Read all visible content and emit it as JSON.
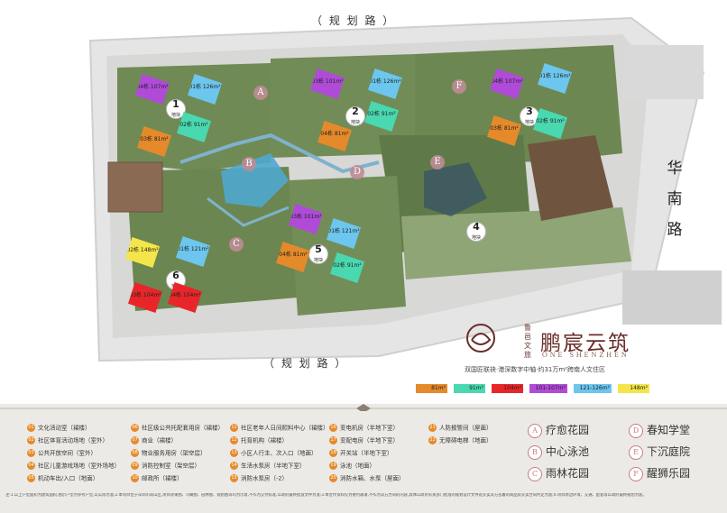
{
  "roads": {
    "north": "（ 规 划 路 ）",
    "south": "（ 规 划 路 ）",
    "east": [
      "华",
      "南",
      "路"
    ]
  },
  "brand": {
    "small": "鲁邑文旅",
    "name": "鹏宸云筑",
    "english": "ONE SHENZHEN",
    "tagline": "双国匠联袂·港深数字中轴·约31万m²跨南人文住区"
  },
  "unit_legend": [
    {
      "label": "81m²",
      "color": "#e58a2a"
    },
    {
      "label": "91m²",
      "color": "#49d8b0"
    },
    {
      "label": "104m²",
      "color": "#e8262a"
    },
    {
      "label": "101-107m²",
      "color": "#b04bd8"
    },
    {
      "label": "121-126m²",
      "color": "#6cc6ee"
    },
    {
      "label": "148m²",
      "color": "#f4e64a"
    }
  ],
  "plots": [
    {
      "num": "1",
      "sub": "地块"
    },
    {
      "num": "2",
      "sub": "地块"
    },
    {
      "num": "3",
      "sub": "地块"
    },
    {
      "num": "4",
      "sub": "地块"
    },
    {
      "num": "5",
      "sub": "地块"
    },
    {
      "num": "6",
      "sub": "地块"
    }
  ],
  "buildings": [
    {
      "label": "04栋\n107m²",
      "color": "#b04bd8"
    },
    {
      "label": "01栋\n126m²",
      "color": "#6cc6ee"
    },
    {
      "label": "03栋\n81m²",
      "color": "#e58a2a"
    },
    {
      "label": "02栋\n91m²",
      "color": "#49d8b0"
    },
    {
      "label": "03栋\n101m²",
      "color": "#b04bd8"
    },
    {
      "label": "01栋\n126m²",
      "color": "#6cc6ee"
    },
    {
      "label": "04栋\n81m²",
      "color": "#e58a2a"
    },
    {
      "label": "02栋\n91m²",
      "color": "#49d8b0"
    },
    {
      "label": "04栋\n107m²",
      "color": "#b04bd8"
    },
    {
      "label": "01栋\n126m²",
      "color": "#6cc6ee"
    },
    {
      "label": "03栋\n81m²",
      "color": "#e58a2a"
    },
    {
      "label": "02栋\n91m²",
      "color": "#49d8b0"
    },
    {
      "label": "03栋\n101m²",
      "color": "#b04bd8"
    },
    {
      "label": "01栋\n121m²",
      "color": "#6cc6ee"
    },
    {
      "label": "04栋\n81m²",
      "color": "#e58a2a"
    },
    {
      "label": "02栋\n91m²",
      "color": "#49d8b0"
    },
    {
      "label": "02栋\n148m²",
      "color": "#f4e64a"
    },
    {
      "label": "01栋\n121m²",
      "color": "#6cc6ee"
    },
    {
      "label": "03栋\n104m²",
      "color": "#e8262a"
    },
    {
      "label": "04栋\n104m²",
      "color": "#e8262a"
    }
  ],
  "zones_on_map": [
    "A",
    "B",
    "C",
    "D",
    "E",
    "F"
  ],
  "facilities": [
    {
      "n": "01",
      "t": "文化活动室（裙楼）"
    },
    {
      "n": "02",
      "t": "社区体育活动场地（室外）"
    },
    {
      "n": "03",
      "t": "公共开放空间（室外）"
    },
    {
      "n": "04",
      "t": "社区儿童游戏场地（室外场地）"
    },
    {
      "n": "05",
      "t": "机动车出/入口（地面）"
    },
    {
      "n": "06",
      "t": "社区级公共托配套用房（裙楼）"
    },
    {
      "n": "07",
      "t": "商业（裙楼）"
    },
    {
      "n": "08",
      "t": "物业服务用房（架空层）"
    },
    {
      "n": "09",
      "t": "消防控制室（架空层）"
    },
    {
      "n": "10",
      "t": "邮政所（裙楼）"
    },
    {
      "n": "11",
      "t": "社区老年人日间照料中心（裙楼）"
    },
    {
      "n": "12",
      "t": "托育机构（裙楼）"
    },
    {
      "n": "13",
      "t": "小区人行主、次入口（地面）"
    },
    {
      "n": "14",
      "t": "生活水泵房（半地下室）"
    },
    {
      "n": "15",
      "t": "消防水泵房（-2）"
    },
    {
      "n": "16",
      "t": "变电机房（半地下室）"
    },
    {
      "n": "17",
      "t": "变配电房（半地下室）"
    },
    {
      "n": "18",
      "t": "开关站（半地下室）"
    },
    {
      "n": "19",
      "t": "泳池（地面）"
    },
    {
      "n": "20",
      "t": "消防水箱、水泵（屋面）"
    },
    {
      "n": "21",
      "t": "人防报警间（屋面）"
    },
    {
      "n": "22",
      "t": "无障碍电梯（地面）"
    }
  ],
  "zones": [
    {
      "letter": "A",
      "name": "疗愈花园"
    },
    {
      "letter": "B",
      "name": "中心泳池"
    },
    {
      "letter": "C",
      "name": "雨林花园"
    },
    {
      "letter": "D",
      "name": "春知学堂"
    },
    {
      "letter": "E",
      "name": "下沉庭院"
    },
    {
      "letter": "F",
      "name": "醒狮乐园"
    }
  ],
  "footnote": "注:1.以上户型面积为建筑面积,图示户型为参考户型,以实际为准;2.本项目位于深圳市南山区,项目效果图、鸟瞰图、园林图、规划图等均为示意,不作为交付标准,以政府最终批准文件为准;3.本宣传资料仅为要约邀请,不作为双方合同的内容,具体以政府有关部门批准的规划设计文件及买卖双方签署的商品房买卖合同约定为准;4.项目周边环境、交通、配套等以政府最终规划为准。"
}
